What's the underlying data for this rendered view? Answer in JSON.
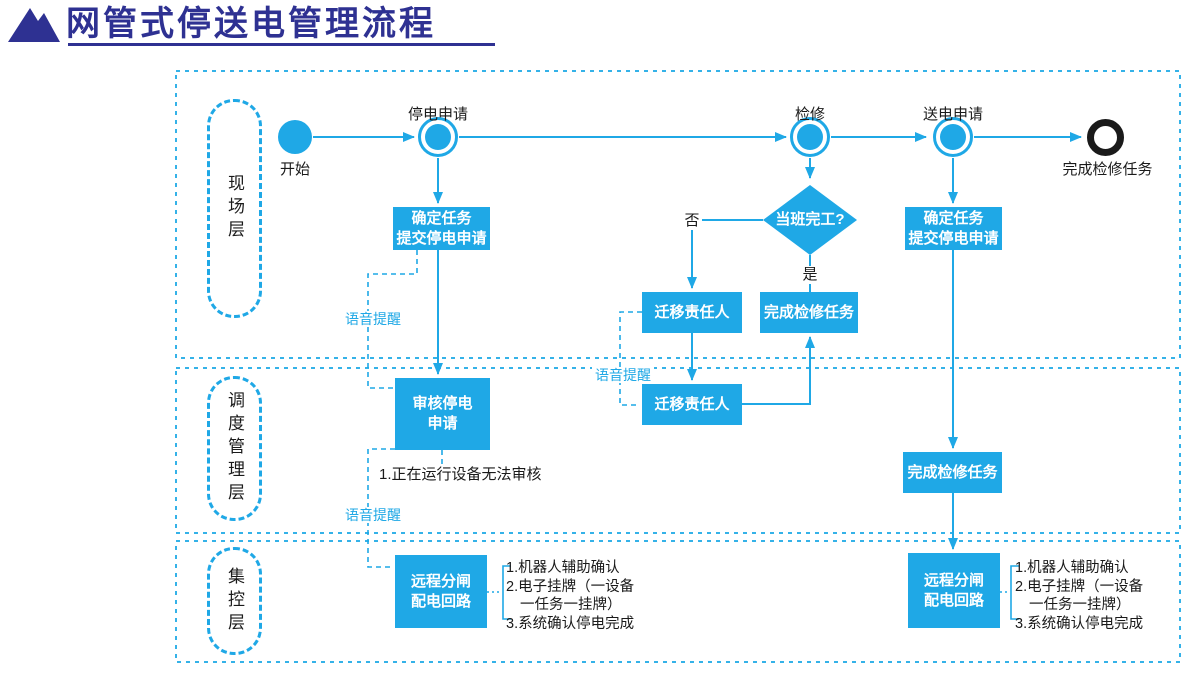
{
  "title": "网管式停送电管理流程",
  "colors": {
    "accent_blue": "#1FA8E6",
    "title_navy": "#2E3192",
    "text_dark": "#1A1A1A",
    "end_ring_black": "#1A1A1A"
  },
  "lanes": {
    "field": "现场层",
    "dispatch": "调度管理层",
    "central": "集控层"
  },
  "top_nodes": {
    "start": "开始",
    "stop_request": "停电申请",
    "overhaul": "检修",
    "send_request": "送电申请",
    "end": "完成检修任务"
  },
  "boxes": {
    "confirm_left": "确定任务\n提交停电申请",
    "decision": "当班完工?",
    "migrate_1": "迁移责任人",
    "complete_1": "完成检修任务",
    "confirm_right": "确定任务\n提交停电申请",
    "review": "审核停电\n申请",
    "migrate_2": "迁移责任人",
    "complete_2": "完成检修任务",
    "remote_left": "远程分闸\n配电回路",
    "remote_right": "远程分闸\n配电回路"
  },
  "edge_labels": {
    "no": "否",
    "yes": "是",
    "voice_reminder_1": "语音提醒",
    "voice_reminder_2": "语音提醒",
    "voice_reminder_3": "语音提醒"
  },
  "annotations": {
    "review_note": "1.正在运行设备无法审核",
    "remote_notes_left": [
      "1.机器人辅助确认",
      "2.电子挂牌（一设备",
      "一任务一挂牌）",
      "3.系统确认停电完成"
    ],
    "remote_notes_right": [
      "1.机器人辅助确认",
      "2.电子挂牌（一设备",
      "一任务一挂牌）",
      "3.系统确认停电完成"
    ]
  }
}
